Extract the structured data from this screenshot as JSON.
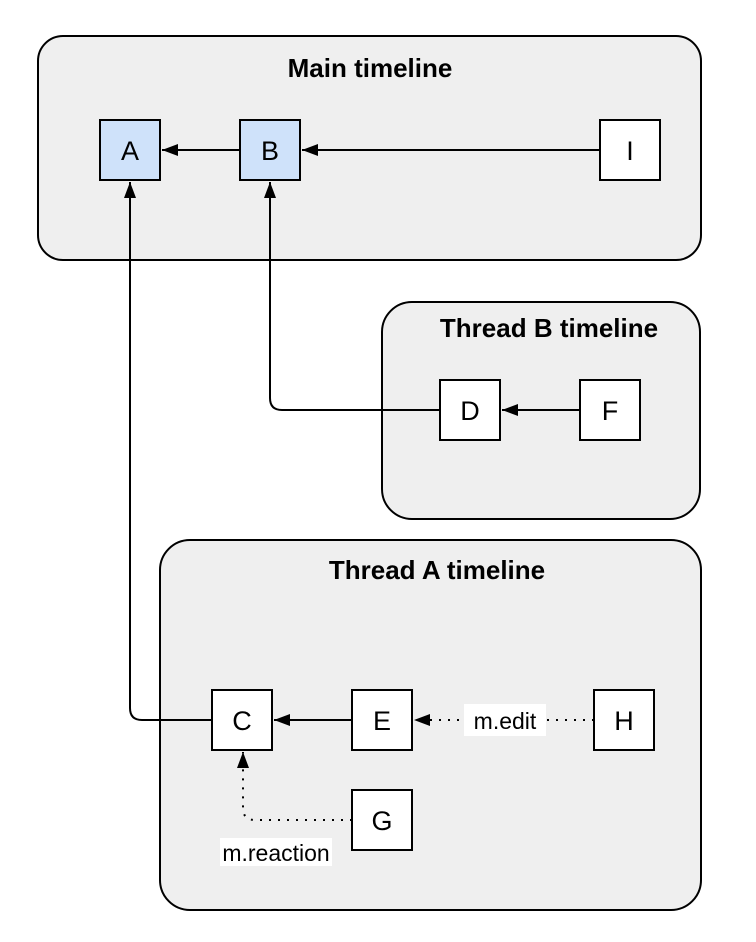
{
  "diagram": {
    "containers": {
      "main": {
        "title": "Main timeline"
      },
      "thread_b": {
        "title": "Thread B timeline"
      },
      "thread_a": {
        "title": "Thread A timeline"
      }
    },
    "nodes": {
      "a": "A",
      "b": "B",
      "i": "I",
      "d": "D",
      "f": "F",
      "c": "C",
      "e": "E",
      "h": "H",
      "g": "G"
    },
    "edge_labels": {
      "edit": "m.edit",
      "reaction": "m.reaction"
    },
    "colors": {
      "canvas_bg": "#ffffff",
      "container_fill": "#efefef",
      "container_stroke": "#000000",
      "highlight_node_fill": "#cfe2fa",
      "default_node_fill": "#ffffff",
      "node_stroke": "#000000",
      "edge": "#000000",
      "label_bg": "#ffffff"
    }
  }
}
